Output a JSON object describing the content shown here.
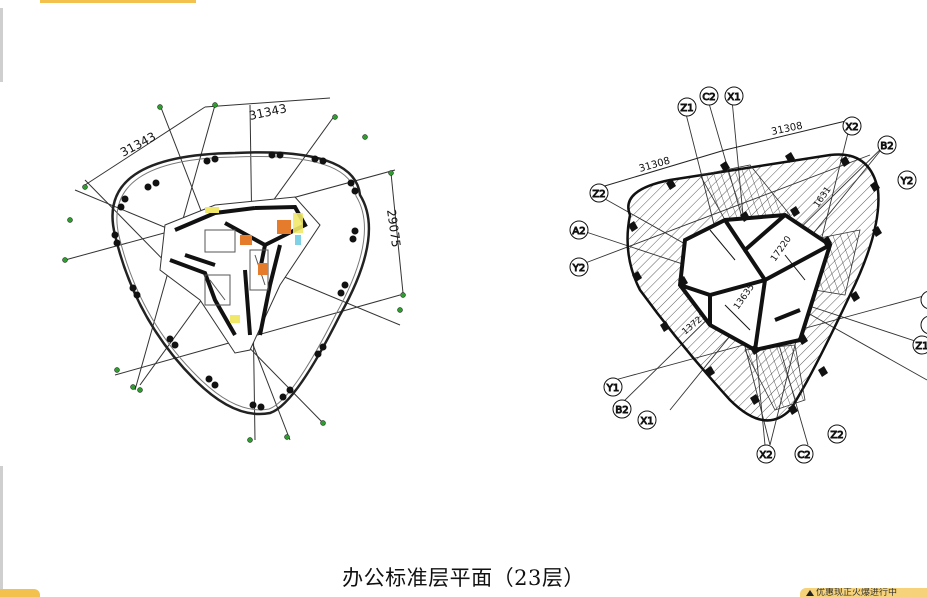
{
  "caption": "办公标准层平面（23层）",
  "left_plan": {
    "dim_top_left": "31343",
    "dim_top_right": "31343",
    "dim_right": "29075"
  },
  "right_plan": {
    "dim_top_left": "31308",
    "dim_top_right": "31308",
    "dim_inner_1": "1631",
    "dim_inner_2": "17220",
    "dim_inner_3": "13635",
    "dim_inner_4": "13723",
    "grid_labels": [
      "Z1",
      "C2",
      "X1",
      "X2",
      "B2",
      "Y2",
      "Z2",
      "A2",
      "Y2",
      "Y1",
      "B2",
      "X1",
      "X2",
      "C2",
      "Z2",
      "Z1"
    ]
  },
  "bottom_tab": {
    "text": "优惠现正火爆进行中"
  },
  "colors": {
    "accent": "#f3c24e",
    "grid_node": "#2e9c2e",
    "line": "#111111"
  }
}
